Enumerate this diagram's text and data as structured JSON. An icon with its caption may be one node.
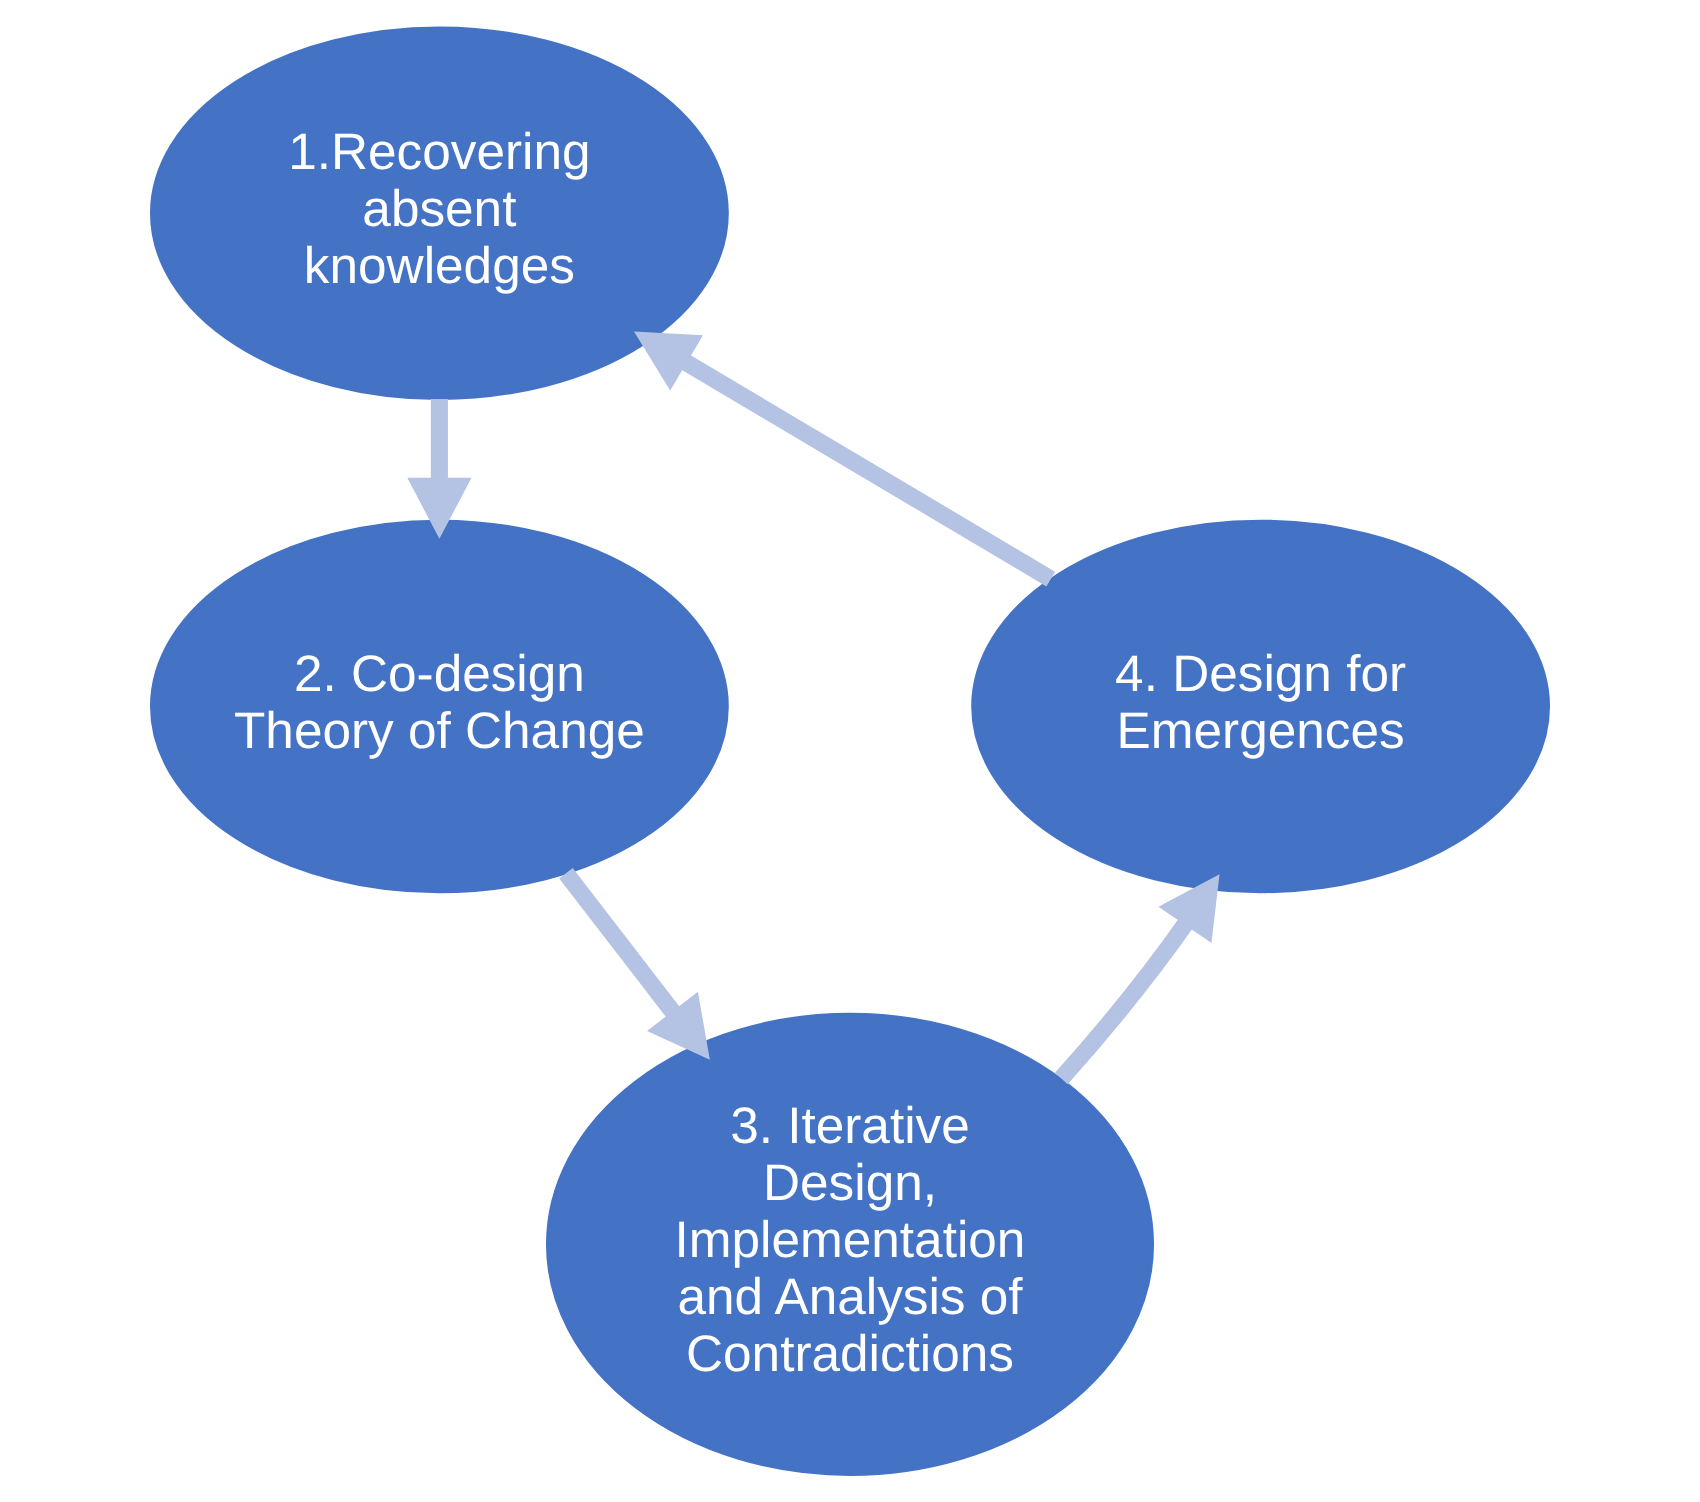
{
  "diagram": {
    "nodes": [
      {
        "text": [
          "1.Recovering absent knowledges"
        ]
      },
      {
        "text": [
          "2. Co-design Theory of Change"
        ]
      },
      {
        "text": [
          "3. Iterative Design, Implementation and Analysis of Contradictions"
        ]
      },
      {
        "text": [
          "4. Design for Emergences"
        ]
      }
    ],
    "edges": [
      {
        "from": 0,
        "to": 1,
        "arrow": "to"
      },
      {
        "from": 1,
        "to": 2,
        "arrow": "to"
      },
      {
        "from": 2,
        "to": 3,
        "arrow": "to"
      },
      {
        "from": 3,
        "to": 0,
        "arrow": "to"
      }
    ]
  }
}
